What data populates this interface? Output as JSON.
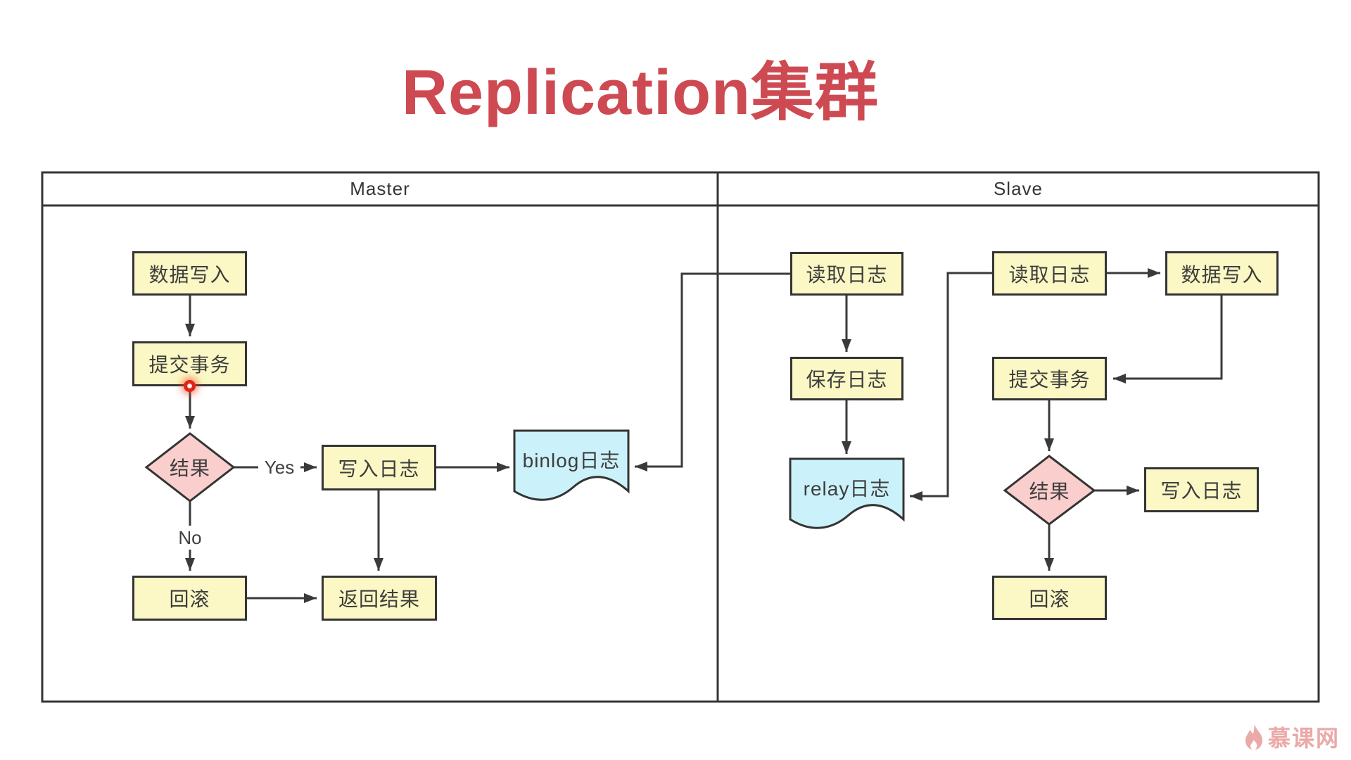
{
  "title": "Replication集群",
  "panels": {
    "master": "Master",
    "slave": "Slave"
  },
  "edge_labels": {
    "yes": "Yes",
    "no": "No"
  },
  "nodes": {
    "m_data_write": "数据写入",
    "m_commit": "提交事务",
    "m_result": "结果",
    "m_write_log": "写入日志",
    "binlog": "binlog日志",
    "m_rollback": "回滚",
    "m_return": "返回结果",
    "s_read_log_1": "读取日志",
    "s_save_log": "保存日志",
    "relay": "relay日志",
    "s_read_log_2": "读取日志",
    "s_data_write": "数据写入",
    "s_commit": "提交事务",
    "s_result": "结果",
    "s_write_log": "写入日志",
    "s_rollback": "回滚"
  },
  "watermark": {
    "brand": "慕课网"
  },
  "icons": {
    "flame": "flame-icon",
    "click_dot": "red-click-indicator-icon"
  },
  "colors": {
    "title_red": "#ce4a52",
    "process_fill": "#fbf8c5",
    "decision_fill": "#f9cecc",
    "document_fill": "#cbf2fa",
    "line": "#3a3a3a",
    "indicator_red": "#e02418",
    "watermark_pink": "#eba9a7"
  }
}
